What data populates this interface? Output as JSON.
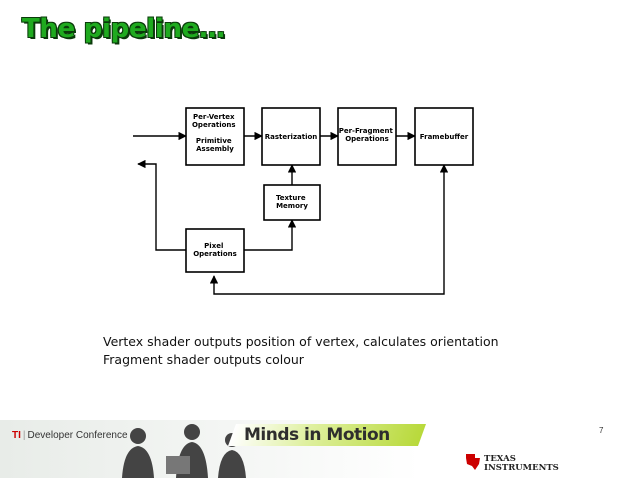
{
  "slide": {
    "title": "The pipeline…",
    "page_number": "7"
  },
  "diagram": {
    "blocks": [
      {
        "id": "per-vertex",
        "lines": [
          "Per-Vertex",
          "Operations",
          "",
          "Primitive",
          "Assembly"
        ]
      },
      {
        "id": "rasterization",
        "lines": [
          "Rasterization"
        ]
      },
      {
        "id": "per-fragment",
        "lines": [
          "Per-Fragment",
          "Operations"
        ]
      },
      {
        "id": "framebuffer",
        "lines": [
          "Framebuffer"
        ]
      },
      {
        "id": "texture-memory",
        "lines": [
          "Texture",
          "Memory"
        ]
      },
      {
        "id": "pixel-operations",
        "lines": [
          "Pixel",
          "Operations"
        ]
      }
    ]
  },
  "captions": [
    "Vertex shader outputs position of vertex, calculates orientation",
    "Fragment shader outputs colour"
  ],
  "footer": {
    "ti_label": "TI",
    "conference_label": "Developer Conference",
    "tagline": "Minds in Motion",
    "company_line1": "TEXAS",
    "company_line2": "INSTRUMENTS"
  },
  "colors": {
    "title_green": "#1faa1f",
    "title_outline": "#0b3a0b",
    "tagline_green": "#b8d93a",
    "ti_red": "#cc0000"
  }
}
